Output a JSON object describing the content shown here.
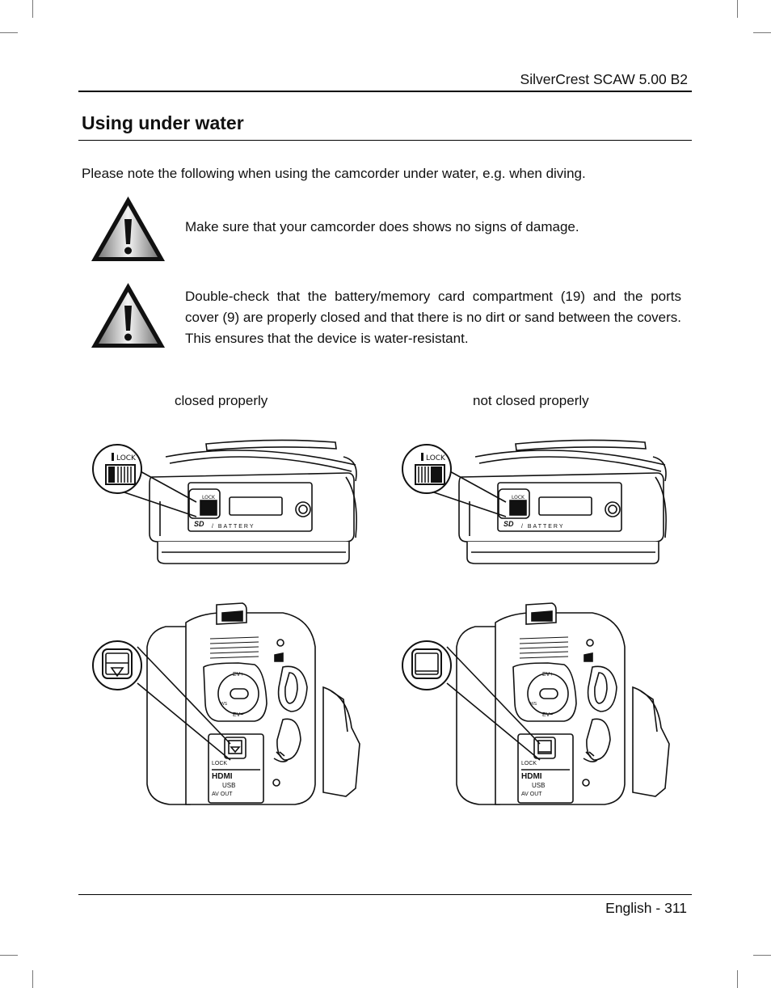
{
  "header": {
    "model": "SilverCrest SCAW 5.00 B2"
  },
  "section": {
    "title": "Using under water"
  },
  "intro": "Please note the following when using the camcorder under water, e.g. when diving.",
  "warnings": [
    {
      "icon": "warning-triangle-icon",
      "text": "Make sure that your camcorder does shows no signs of damage."
    },
    {
      "icon": "warning-triangle-icon",
      "text": "Double-check that the battery/memory card compartment (19) and the ports cover (9) are properly closed and that there is no dirt or sand between the covers. This ensures that the device is water-resistant."
    }
  ],
  "figures": {
    "caption_left": "closed properly",
    "caption_right": "not closed properly",
    "lock_label": "LOCK",
    "battery_label": "/ BATTERY",
    "sd_label": "SD",
    "ev_plus": "EV+",
    "ev_minus": "EV−",
    "ws_label": "WS",
    "hdmi_label": "HDMI",
    "usb_label": "USB",
    "av_label": "AV OUT"
  },
  "footer": {
    "page": "English - 311"
  }
}
